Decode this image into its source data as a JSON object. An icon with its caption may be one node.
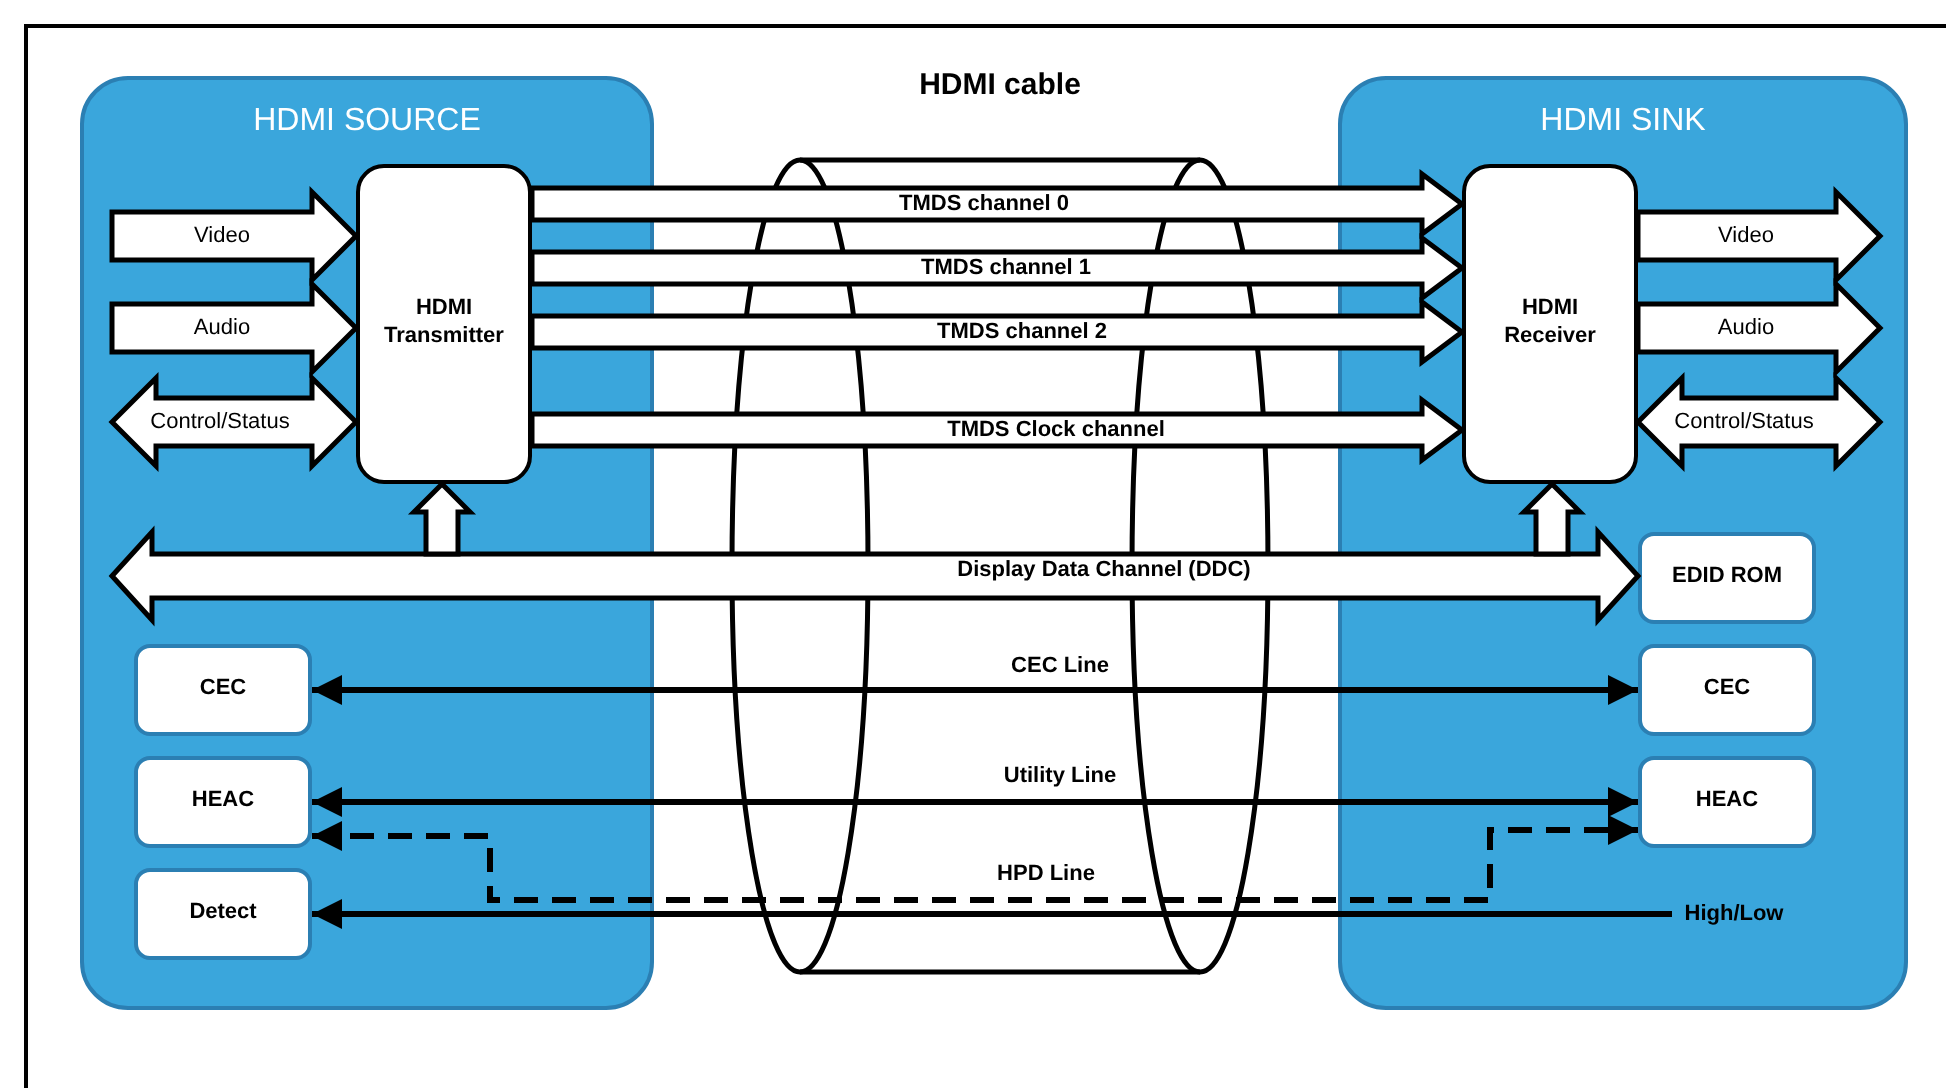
{
  "diagram": {
    "nodes": [
      {
        "text": [
          "HDMI SOURCE"
        ]
      },
      {
        "text": [
          "HDMI Transmitter"
        ],
        "in": 0
      },
      {
        "text": [
          "CEC"
        ],
        "in": 0
      },
      {
        "text": [
          "HEAC"
        ],
        "in": 0
      },
      {
        "text": [
          "Detect"
        ],
        "in": 0
      },
      {
        "text": [
          "HDMI SINK"
        ]
      },
      {
        "text": [
          "HDMI Receiver"
        ],
        "in": 5
      },
      {
        "text": [
          "EDID ROM"
        ],
        "in": 5
      },
      {
        "text": [
          "CEC"
        ],
        "in": 5
      },
      {
        "text": [
          "HEAC"
        ],
        "in": 5
      },
      {
        "text": [
          "High/Low"
        ],
        "in": 5
      }
    ],
    "edges": [
      {
        "from": null,
        "to": 1,
        "arrow": "to",
        "label": "Video",
        "style": "thick"
      },
      {
        "from": null,
        "to": 1,
        "arrow": "to",
        "label": "Audio",
        "style": "thick"
      },
      {
        "from": null,
        "to": 1,
        "arrow": "both",
        "label": "Control/Status",
        "style": "thick"
      },
      {
        "from": 1,
        "to": 6,
        "arrow": "to",
        "label": "TMDS channel 0",
        "style": "thick"
      },
      {
        "from": 1,
        "to": 6,
        "arrow": "to",
        "label": "TMDS channel 1",
        "style": "thick"
      },
      {
        "from": 1,
        "to": 6,
        "arrow": "to",
        "label": "TMDS channel 2",
        "style": "thick"
      },
      {
        "from": 1,
        "to": 6,
        "arrow": "to",
        "label": "TMDS Clock channel",
        "style": "thick"
      },
      {
        "from": 6,
        "to": null,
        "arrow": "to",
        "label": "Video",
        "style": "thick"
      },
      {
        "from": 6,
        "to": null,
        "arrow": "to",
        "label": "Audio",
        "style": "thick"
      },
      {
        "from": 6,
        "to": null,
        "arrow": "both",
        "label": "Control/Status",
        "style": "thick"
      },
      {
        "from": null,
        "to": 7,
        "arrow": "both",
        "label": "Display Data Channel (DDC)",
        "style": "thick"
      },
      {
        "from": null,
        "to": 1,
        "arrow": "to",
        "style": "thick"
      },
      {
        "from": null,
        "to": 6,
        "arrow": "to",
        "style": "thick"
      },
      {
        "from": 2,
        "to": 8,
        "arrow": "both",
        "label": "CEC Line"
      },
      {
        "from": 3,
        "to": 9,
        "arrow": "both",
        "label": "Utility Line"
      },
      {
        "from": 3,
        "to": 9,
        "arrow": "both",
        "style": "dashed"
      },
      {
        "from": 10,
        "to": 4,
        "arrow": "to",
        "label": "HPD Line"
      }
    ],
    "labels": [
      "HDMI cable"
    ]
  }
}
